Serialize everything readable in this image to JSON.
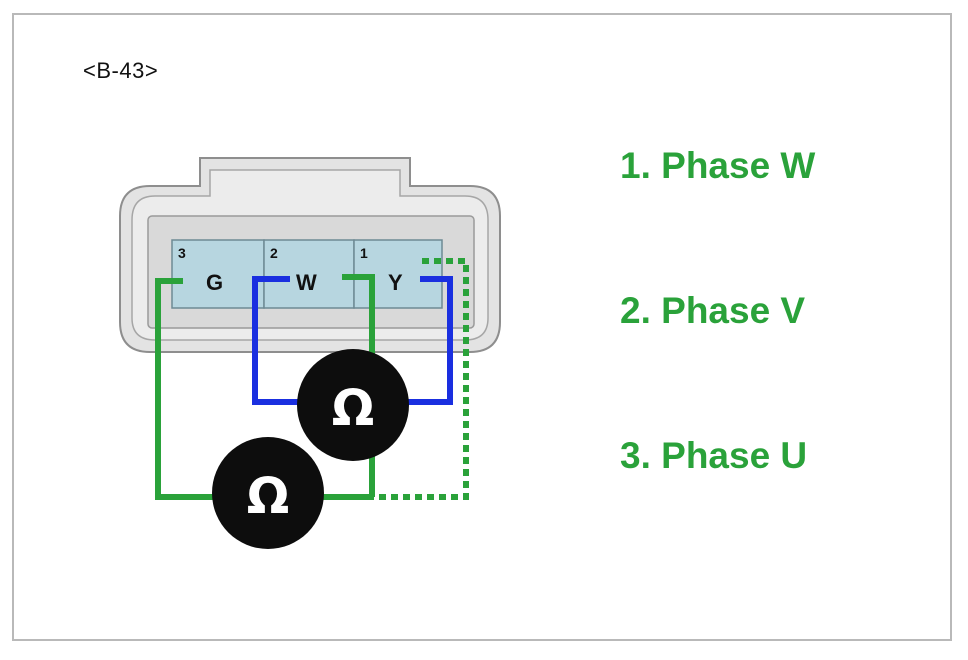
{
  "diagram": {
    "connector_id": "<B-43>",
    "pins": [
      {
        "number": "3",
        "letter": "G"
      },
      {
        "number": "2",
        "letter": "W"
      },
      {
        "number": "1",
        "letter": "Y"
      }
    ],
    "meters": [
      {
        "symbol": "Ω"
      },
      {
        "symbol": "Ω"
      }
    ],
    "legend": [
      {
        "text": "1. Phase W"
      },
      {
        "text": "2. Phase V"
      },
      {
        "text": "3. Phase U"
      }
    ],
    "colors": {
      "green_wire": "#2aa23a",
      "blue_wire": "#1a2fe0",
      "connector_fill": "#b7d6e0",
      "housing": "#e3e3e3",
      "meter": "#0d0d0d"
    }
  }
}
